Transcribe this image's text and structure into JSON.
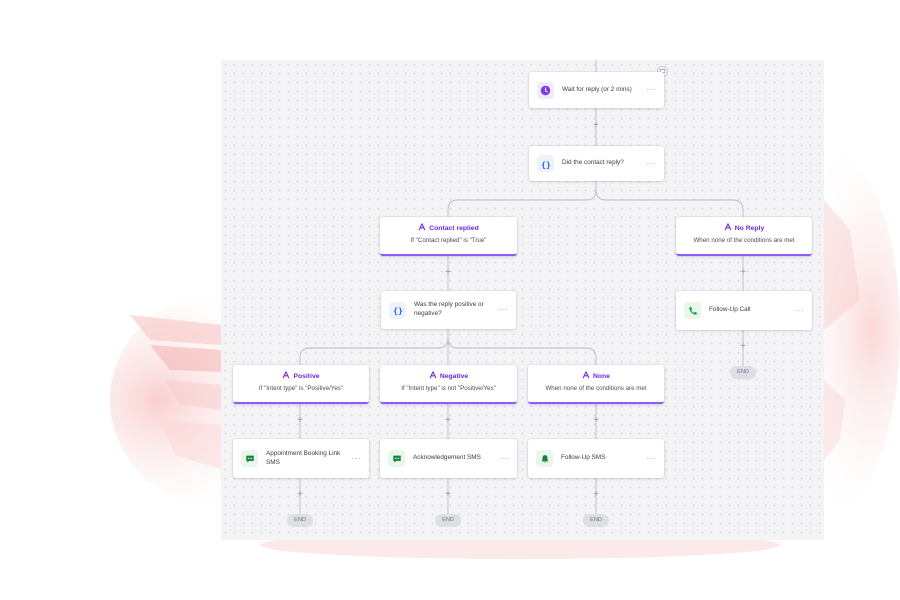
{
  "nodes": {
    "wait": {
      "label": "Wait for reply (or 2 mins)",
      "icon": "clock-icon",
      "more": "···"
    },
    "did_reply": {
      "label": "Did the contact reply?",
      "icon": "braces-icon",
      "more": "···"
    },
    "contact_replied": {
      "title": "Contact replied",
      "subtitle": "If \"Contact replied\" is \"True\"",
      "icon": "branch-icon"
    },
    "no_reply": {
      "title": "No Reply",
      "subtitle": "When none of the conditions are met",
      "icon": "branch-icon"
    },
    "reply_positive": {
      "label": "Was the reply positive or negative?",
      "icon": "braces-icon",
      "more": "···"
    },
    "follow_up_call": {
      "label": "Follow-Up Call",
      "icon": "phone-icon",
      "more": "···"
    },
    "positive": {
      "title": "Positive",
      "subtitle": "If \"Intent type\" is \"Positive/Yes\"",
      "icon": "branch-icon"
    },
    "negative": {
      "title": "Negative",
      "subtitle": "If \"Intent type\" is not \"Positive/Yes\"",
      "icon": "branch-icon"
    },
    "none": {
      "title": "None",
      "subtitle": "When none of the conditions are met",
      "icon": "branch-icon"
    },
    "appointment_sms": {
      "label": "Appointment Booking Link SMS",
      "icon": "sms-icon",
      "more": "···"
    },
    "ack_sms": {
      "label": "Acknowledgement SMS",
      "icon": "sms-icon",
      "more": "···"
    },
    "follow_up_sms": {
      "label": "Follow-Up SMS",
      "icon": "bell-icon",
      "more": "···"
    }
  },
  "plus": "+",
  "end": "END",
  "colors": {
    "accent": "#8b5cf6",
    "accent_text": "#6d28d9",
    "wait_icon": "#7c3aed",
    "sms_icon": "#15803d",
    "phone_icon": "#16a34a"
  }
}
